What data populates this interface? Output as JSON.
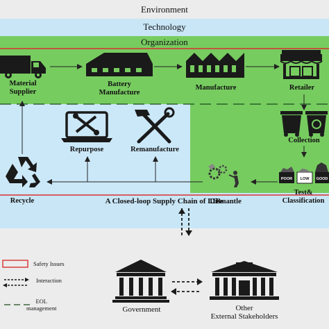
{
  "layers": {
    "environment": "Environment",
    "technology": "Technology",
    "organization": "Organization"
  },
  "nodes": {
    "material_supplier": "Material\nSupplier",
    "battery_manufacture": "Battery\nManufacture",
    "manufacture": "Manufacture",
    "retailer": "Retailer",
    "collection": "Collection",
    "test_classification": "Test&\nClassification",
    "dismantle": "Dismantle",
    "repurpose": "Repurpose",
    "remanufacture": "Remanufacture",
    "recycle": "Recycle",
    "government": "Government",
    "other_stakeholders": "Other\nExternal Stakeholders"
  },
  "bin_labels": [
    "POOR",
    "LOW",
    "GOOD"
  ],
  "caption": "A Closed-loop Supply Chain of LIBs",
  "legend": {
    "safety_issues": "Safety Issues",
    "interaction": "Interaction",
    "eol_management": "EOL\nmanagement"
  },
  "colors": {
    "environment": "#ececec",
    "technology": "#c9e6f6",
    "organization": "#77cc60",
    "eol_box": "#cbe8f8",
    "safety_line": "#d83030"
  }
}
